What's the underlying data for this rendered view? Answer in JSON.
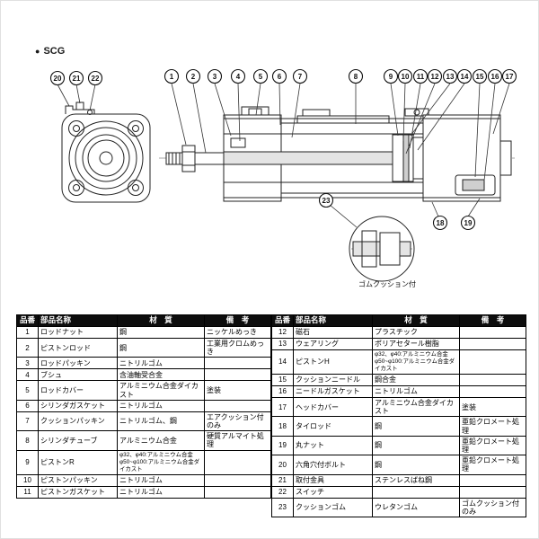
{
  "page": {
    "bullet": "●",
    "series_label": "SCG"
  },
  "drawing": {
    "callouts": [
      "1",
      "2",
      "3",
      "4",
      "5",
      "6",
      "7",
      "8",
      "9",
      "10",
      "11",
      "12",
      "13",
      "14",
      "15",
      "16",
      "17",
      "18",
      "19",
      "20",
      "21",
      "22",
      "23"
    ],
    "detail_caption": "ゴムクッション付"
  },
  "parts_table": {
    "headers": {
      "no": "品番",
      "name": "部品名称",
      "material": "材　質",
      "remarks": "備　考"
    },
    "left_rows": [
      {
        "no": "1",
        "name": "ロッドナット",
        "material": "鋼",
        "remarks": "ニッケルめっき"
      },
      {
        "no": "2",
        "name": "ピストンロッド",
        "material": "鋼",
        "remarks": "工業用クロムめっき"
      },
      {
        "no": "3",
        "name": "ロッドパッキン",
        "material": "ニトリルゴム",
        "remarks": ""
      },
      {
        "no": "4",
        "name": "ブシュ",
        "material": "含油軸受合金",
        "remarks": ""
      },
      {
        "no": "5",
        "name": "ロッドカバー",
        "material": "アルミニウム合金ダイカスト",
        "remarks": "塗装"
      },
      {
        "no": "6",
        "name": "シリンダガスケット",
        "material": "ニトリルゴム",
        "remarks": ""
      },
      {
        "no": "7",
        "name": "クッションパッキン",
        "material": "ニトリルゴム、鋼",
        "remarks": "エアクッション付のみ"
      },
      {
        "no": "8",
        "name": "シリンダチューブ",
        "material": "アルミニウム合金",
        "remarks": "硬質アルマイト処理"
      },
      {
        "no": "9",
        "name": "ピストンR",
        "material": "φ32、φ40:アルミニウム合金\nφ50~φ100:アルミニウム合金ダイカスト",
        "remarks": ""
      },
      {
        "no": "10",
        "name": "ピストンパッキン",
        "material": "ニトリルゴム",
        "remarks": ""
      },
      {
        "no": "11",
        "name": "ピストンガスケット",
        "material": "ニトリルゴム",
        "remarks": ""
      }
    ],
    "right_rows": [
      {
        "no": "12",
        "name": "磁石",
        "material": "プラスチック",
        "remarks": ""
      },
      {
        "no": "13",
        "name": "ウェアリング",
        "material": "ポリアセタール樹脂",
        "remarks": ""
      },
      {
        "no": "14",
        "name": "ピストンH",
        "material": "φ32、φ40:アルミニウム合金\nφ50~φ100:アルミニウム合金ダイカスト",
        "remarks": ""
      },
      {
        "no": "15",
        "name": "クッションニードル",
        "material": "鋼合金",
        "remarks": ""
      },
      {
        "no": "16",
        "name": "ニードルガスケット",
        "material": "ニトリルゴム",
        "remarks": ""
      },
      {
        "no": "17",
        "name": "ヘッドカバー",
        "material": "アルミニウム合金ダイカスト",
        "remarks": "塗装"
      },
      {
        "no": "18",
        "name": "タイロッド",
        "material": "鋼",
        "remarks": "亜鉛クロメート処理"
      },
      {
        "no": "19",
        "name": "丸ナット",
        "material": "鋼",
        "remarks": "亜鉛クロメート処理"
      },
      {
        "no": "20",
        "name": "六角穴付ボルト",
        "material": "鋼",
        "remarks": "亜鉛クロメート処理"
      },
      {
        "no": "21",
        "name": "取付金具",
        "material": "ステンレスばね鋼",
        "remarks": ""
      },
      {
        "no": "22",
        "name": "スイッチ",
        "material": "",
        "remarks": ""
      },
      {
        "no": "23",
        "name": "クッションゴム",
        "material": "ウレタンゴム",
        "remarks": "ゴムクッション付のみ"
      }
    ]
  }
}
